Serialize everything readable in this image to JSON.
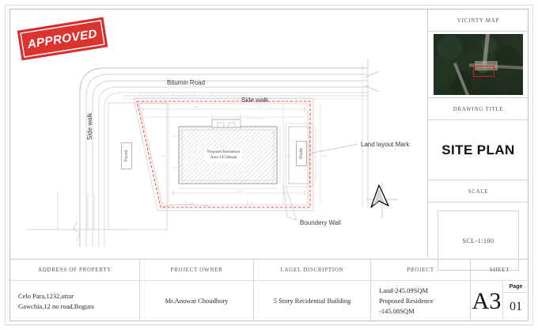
{
  "sheet": {
    "stamp_label": "APPROVED"
  },
  "drawing": {
    "labels": {
      "bitumin_road": "Bitumin Road",
      "side_walk_top": "Side walk",
      "side_walk_left": "Side walk",
      "land_layout_mark": "Land layout Mark",
      "boundery_wall": "Boundery Wall",
      "pound": "Pound",
      "shade": "Shade",
      "building_name": "Proposed Resistence",
      "building_area": "Area-145.08sqm"
    },
    "north_arrow": "north-arrow"
  },
  "title_column": {
    "vicinity_map_header": "VICINTY MAP",
    "drawing_title_header": "DRAWING TITLE",
    "drawing_title": "SITE PLAN",
    "scale_header": "SCALE",
    "scale_value": "SCL-1:100"
  },
  "title_block": {
    "columns": [
      {
        "header": "ADDRESS OF PROPERTY",
        "value": "Celo Para,1232,uttar\nGawchia,12 no road,Bogura"
      },
      {
        "header": "PROJECT OWNER",
        "value": "Mr.Anowar Choudhory"
      },
      {
        "header": "LAGEL DISCRIPTION",
        "value": "5 Story Recidential Building"
      },
      {
        "header": "PROJECT",
        "value": "Land-245.09SQM\nProposed Residence\n-145.08SQM"
      },
      {
        "header": "SHEET",
        "sheet_size": "A3",
        "page_label": "Page",
        "page_number": "01"
      }
    ]
  },
  "colors": {
    "boundary_red": "#ef4b4b",
    "stamp_red": "#d9241f",
    "line_gray": "#9a9a9a"
  }
}
